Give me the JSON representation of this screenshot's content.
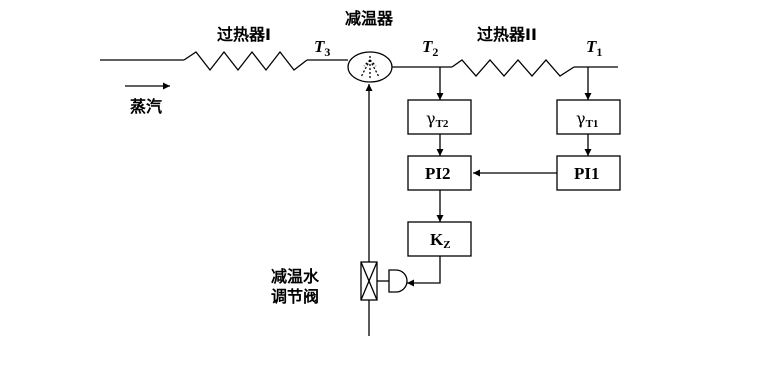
{
  "labels": {
    "superheater1": "过热器I",
    "desuperheater": "减温器",
    "superheater2": "过热器II",
    "steam": "蒸汽",
    "valve_line1": "减温水",
    "valve_line2": "调节阀"
  },
  "temps": {
    "t3": {
      "var": "T",
      "sub": "3"
    },
    "t2": {
      "var": "T",
      "sub": "2"
    },
    "t1": {
      "var": "T",
      "sub": "1"
    }
  },
  "blocks": {
    "gamma_t2": {
      "main": "γ",
      "sub": "T2"
    },
    "gamma_t1": {
      "main": "γ",
      "sub": "T1"
    },
    "pi2": "PI2",
    "pi1": "PI1",
    "kz": {
      "main": "K",
      "sub": "Z"
    }
  }
}
